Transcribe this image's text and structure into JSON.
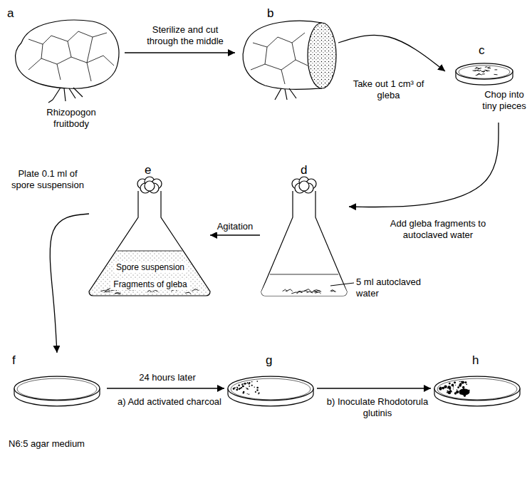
{
  "diagram": {
    "nodes": [
      {
        "text": [
          "a",
          "Rhizopogon fruitbody"
        ]
      },
      {
        "text": [
          "b"
        ]
      },
      {
        "text": [
          "c",
          "Chop into tiny pieces"
        ]
      },
      {
        "text": [
          "d",
          "5 ml autoclaved water"
        ]
      },
      {
        "text": [
          "e",
          "Spore suspension",
          "Fragments of gleba"
        ]
      },
      {
        "text": [
          "f",
          "N6:5 agar medium"
        ]
      },
      {
        "text": [
          "g"
        ]
      },
      {
        "text": [
          "h"
        ]
      }
    ],
    "edges": [
      {
        "from": 0,
        "to": 1,
        "arrow": "to",
        "label": "Sterilize and cut through the middle"
      },
      {
        "from": 1,
        "to": 2,
        "arrow": "to",
        "label": "Take out 1 cm³ of gleba"
      },
      {
        "from": 2,
        "to": 3,
        "arrow": "to",
        "label": "Add gleba fragments to autoclaved water"
      },
      {
        "from": 3,
        "to": 4,
        "arrow": "to",
        "label": "Agitation"
      },
      {
        "from": 4,
        "to": 5,
        "arrow": "to",
        "label": "Plate 0.1 ml of spore suspension"
      },
      {
        "from": 5,
        "to": 6,
        "arrow": "to",
        "label": "24 hours later"
      },
      {
        "from": 6,
        "to": 7,
        "arrow": "to",
        "label": "b) Inoculate Rhodotorula glutinis"
      }
    ],
    "labels": [
      "a) Add activated charcoal"
    ]
  }
}
